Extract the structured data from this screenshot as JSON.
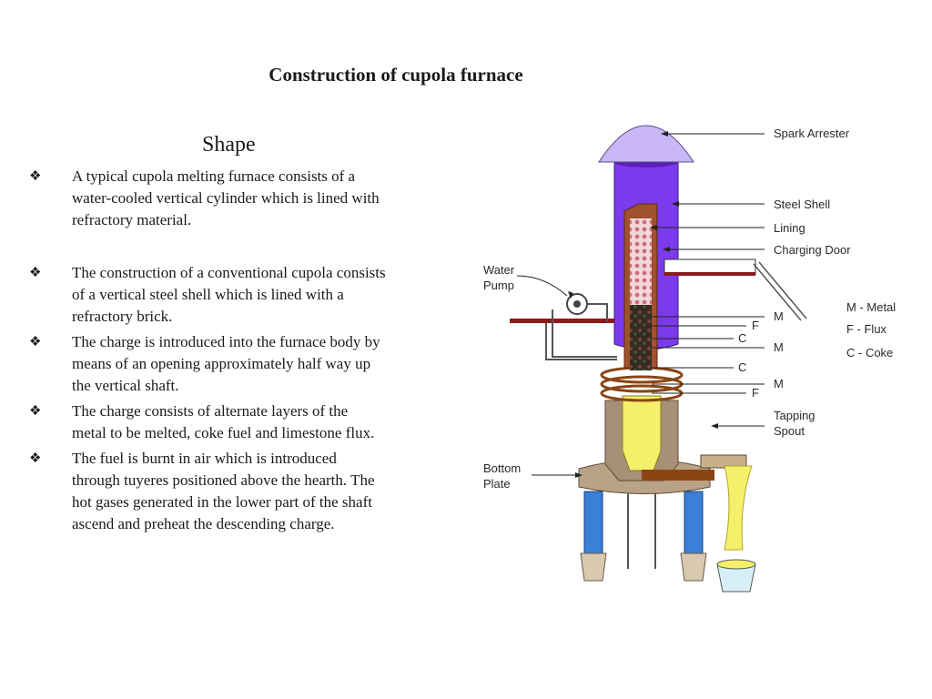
{
  "slide": {
    "title": "Construction of cupola furnace",
    "subtitle": "Shape",
    "bullet_symbol": "❖",
    "bullets": [
      {
        "lines": [
          "A typical cupola melting furnace consists of a",
          "water-cooled vertical cylinder which is lined with",
          "refractory material."
        ]
      },
      {
        "lines": [
          "The construction of a conventional cupola consists",
          "of a vertical steel shell which is lined with a",
          "refractory brick."
        ]
      },
      {
        "lines": [
          " The charge is introduced into the furnace body by",
          "means of an opening approximately half way up",
          "the vertical shaft."
        ]
      },
      {
        "lines": [
          " The charge consists of alternate layers of the",
          "metal to be melted, coke fuel and limestone flux."
        ]
      },
      {
        "lines": [
          " The fuel is burnt in air which is introduced",
          "through tuyeres positioned above the hearth. The",
          "hot gases generated in the lower part of the shaft",
          "ascend and preheat the descending charge."
        ]
      }
    ]
  },
  "diagram": {
    "labels": {
      "spark_arrester": "Spark Arrester",
      "steel_shell": "Steel Shell",
      "lining": "Lining",
      "charging_door": "Charging Door",
      "water_pump_1": "Water",
      "water_pump_2": "Pump",
      "tapping_spout_1": "Tapping",
      "tapping_spout_2": "Spout",
      "bottom_plate_1": "Bottom",
      "bottom_plate_2": "Plate"
    },
    "layers": [
      "M",
      "F",
      "C",
      "M",
      "C",
      "M",
      "F"
    ],
    "legend": [
      "M - Metal",
      "F - Flux",
      "C - Coke"
    ],
    "colors": {
      "shell": "#7c3aed",
      "arrester": "#c9b8f5",
      "lining": "#a0522d",
      "molten": "#f5f06a",
      "legs": "#3b7fd6",
      "bucket": "#d7f0f7"
    }
  }
}
